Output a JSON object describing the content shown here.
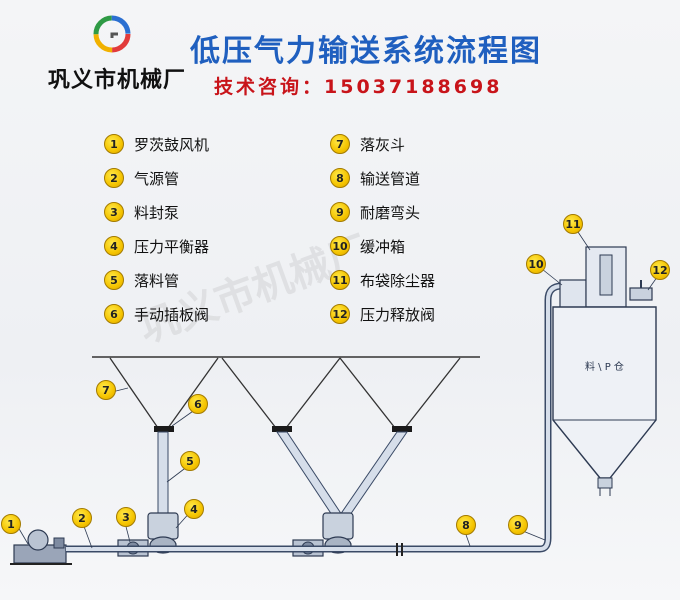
{
  "header": {
    "company": "巩义市机械厂",
    "title": "低压气力输送系统流程图",
    "tech_contact": "技术咨询：15037188698"
  },
  "legend": [
    {
      "num": "1",
      "label": "罗茨鼓风机"
    },
    {
      "num": "2",
      "label": "气源管"
    },
    {
      "num": "3",
      "label": "料封泵"
    },
    {
      "num": "4",
      "label": "压力平衡器"
    },
    {
      "num": "5",
      "label": "落料管"
    },
    {
      "num": "6",
      "label": "手动插板阀"
    },
    {
      "num": "7",
      "label": "落灰斗"
    },
    {
      "num": "8",
      "label": "输送管道"
    },
    {
      "num": "9",
      "label": "耐磨弯头"
    },
    {
      "num": "10",
      "label": "缓冲箱"
    },
    {
      "num": "11",
      "label": "布袋除尘器"
    },
    {
      "num": "12",
      "label": "压力释放阀"
    }
  ],
  "silo_label": "料 \\ P 仓",
  "watermark": "巩义市机械厂",
  "callouts": [
    "1",
    "2",
    "3",
    "4",
    "5",
    "6",
    "7",
    "8",
    "9",
    "10",
    "11",
    "12"
  ],
  "colors": {
    "title": "#1f5fbf",
    "tech": "#c8141a",
    "badge": "#f5c400",
    "pipe": "#c8d4e6",
    "pipe_edge": "#3a4a66"
  }
}
